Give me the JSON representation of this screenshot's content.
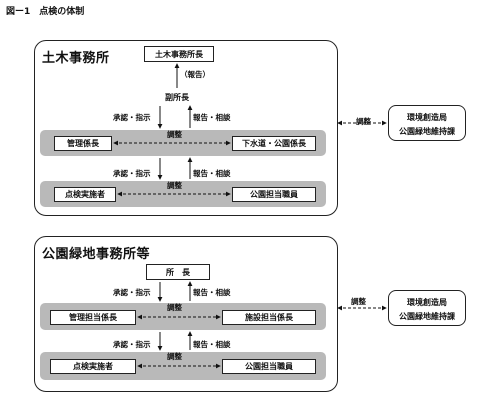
{
  "figure_title": "図ー1　点検の体制",
  "panel1": {
    "title": "土木事務所",
    "top_box": "土木事務所長",
    "report_paren": "（報告）",
    "deputy_box": "副所長",
    "left_label_1": "承認・指示",
    "right_label_1": "報告・相談",
    "coord_label_1": "調整",
    "band1_left": "管理係長",
    "band1_right": "下水道・公園係長",
    "left_label_2": "承認・指示",
    "right_label_2": "報告・相談",
    "coord_label_2": "調整",
    "band2_left": "点検実施者",
    "band2_right": "公園担当職員",
    "side_label": "調整",
    "side_line1": "環境創造局",
    "side_line2": "公園緑地維持課"
  },
  "panel2": {
    "title": "公園緑地事務所等",
    "top_box": "所　長",
    "left_label_1": "承認・指示",
    "right_label_1": "報告・相談",
    "coord_label_1": "調整",
    "band1_left": "管理担当係長",
    "band1_right": "施設担当係長",
    "left_label_2": "承認・指示",
    "right_label_2": "報告・相談",
    "coord_label_2": "調整",
    "band2_left": "点検実施者",
    "band2_right": "公園担当職員",
    "side_label": "調整",
    "side_line1": "環境創造局",
    "side_line2": "公園緑地維持課"
  }
}
